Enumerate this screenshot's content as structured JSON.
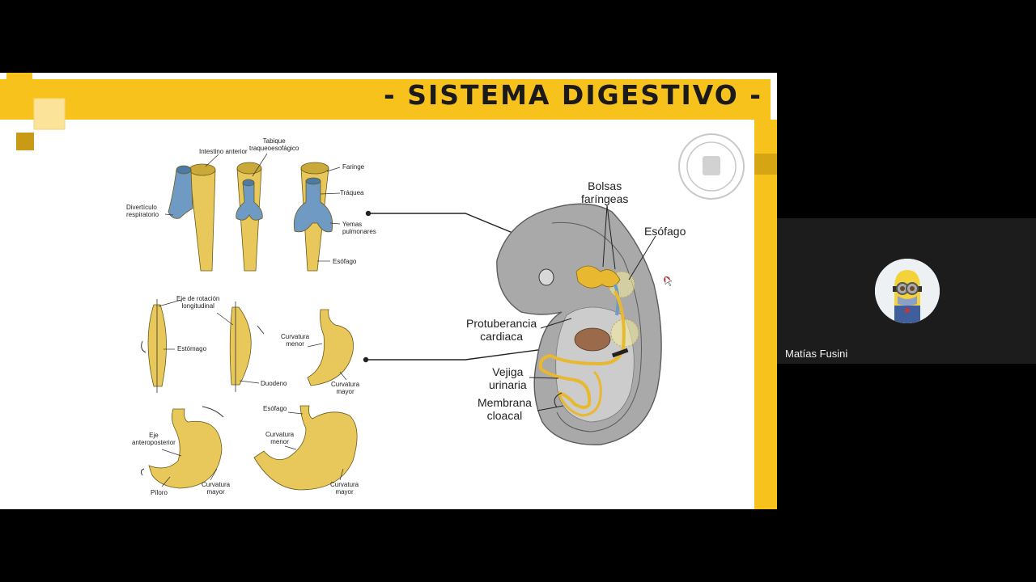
{
  "slide": {
    "title": "- SISTEMA DIGESTIVO -",
    "fig_respiratory": {
      "intestino_anterior": "Intestino anterior",
      "tabique": "Tabique\ntraqueoesofágico",
      "faringe": "Faringe",
      "diverticulo": "Divertículo\nrespiratorio",
      "traquea": "Tráquea",
      "yemas": "Yemas\npulmonares",
      "esofago": "Esófago"
    },
    "fig_stomach": {
      "eje_rotacion": "Eje de rotación\nlongitudinal",
      "estomago": "Estómago",
      "curvatura_menor_1": "Curvatura\nmenor",
      "duodeno": "Duodeno",
      "curvatura_mayor_1": "Curvatura\nmayor",
      "eje_antero": "Eje\nanteroposterior",
      "esofago": "Esófago",
      "curvatura_menor_2": "Curvatura\nmenor",
      "piloro": "Píloro",
      "curvatura_mayor_2": "Curvatura\nmayor",
      "curvatura_mayor_3": "Curvatura\nmayor"
    },
    "fig_embryo": {
      "bolsas": "Bolsas\nfaríngeas",
      "esofago": "Esófago",
      "protuberancia": "Protuberancia\ncardiaca",
      "vejiga": "Vejiga\nurinaria",
      "membrana": "Membrana\ncloacal"
    }
  },
  "participant": {
    "name": "Matías Fusini"
  },
  "colors": {
    "accent_yellow": "#f8c21c",
    "organ_yellow": "#e8c85a",
    "organ_blue": "#6e9ac4",
    "embryo_gray": "#a9a9a9",
    "tile_bg": "#1c1c1c"
  },
  "icons": {
    "logo": "university-seal-icon",
    "cursor": "pointer-cursor-icon",
    "avatar": "minion-avatar-icon"
  }
}
